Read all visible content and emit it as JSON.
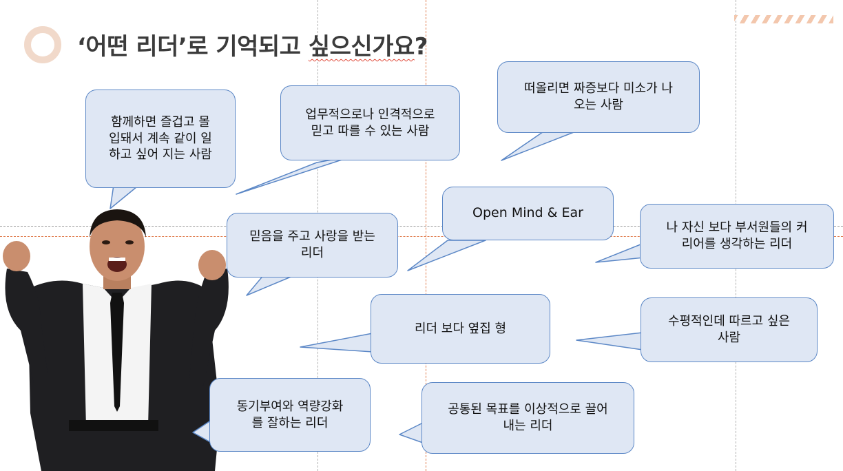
{
  "slide": {
    "title_prefix": "‘어떤 리더’로 기억되고 ",
    "title_underlined": "싶으신가요",
    "title_suffix": "?"
  },
  "bubbles": [
    {
      "text": "함께하면 즐겁고 몰\n입돼서 계속 같이 일\n하고 싶어 지는 사람"
    },
    {
      "text": "업무적으로나 인격적으로\n믿고 따를 수 있는 사람"
    },
    {
      "text": "떠올리면 짜증보다 미소가 나\n오는 사람"
    },
    {
      "text": "Open Mind & Ear"
    },
    {
      "text": "믿음을 주고 사랑을 받는\n리더"
    },
    {
      "text": "나 자신 보다 부서원들의 커\n리어를 생각하는 리더"
    },
    {
      "text": "리더 보다 옆집 형"
    },
    {
      "text": "수평적인데 따르고 싶은\n사람"
    },
    {
      "text": "동기부여와 역량강화\n를 잘하는 리더"
    },
    {
      "text": "공통된 목표를 이상적으로 끌어\n내는 리더"
    }
  ],
  "colors": {
    "bubble_fill": "#dfe7f4",
    "bubble_border": "#5b87c6",
    "accent_peach": "#f1d9ca",
    "title_text": "#3b3b3b"
  }
}
